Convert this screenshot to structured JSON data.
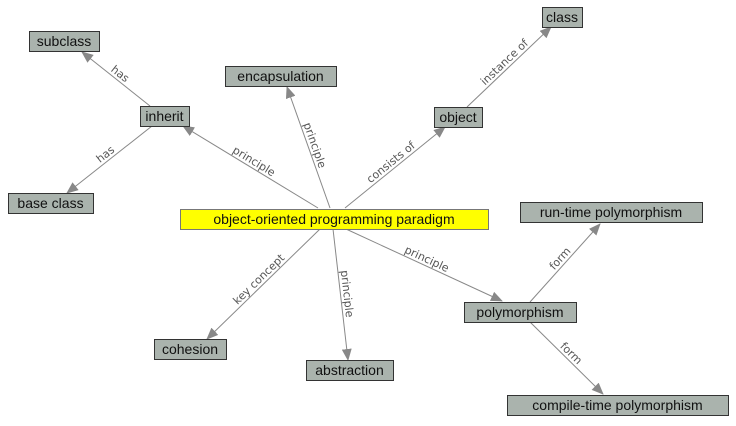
{
  "colors": {
    "root_fill": "#ffff00",
    "node_fill": "#aab3ad",
    "edge": "#888888"
  },
  "nodes": [
    {
      "id": "root",
      "label": "object-oriented programming paradigm",
      "root": true
    },
    {
      "id": "subclass",
      "label": "subclass"
    },
    {
      "id": "encapsulation",
      "label": "encapsulation"
    },
    {
      "id": "inherit",
      "label": "inherit"
    },
    {
      "id": "baseclass",
      "label": "base class"
    },
    {
      "id": "class",
      "label": "class"
    },
    {
      "id": "object",
      "label": "object"
    },
    {
      "id": "runtime",
      "label": "run-time polymorphism"
    },
    {
      "id": "polymorphism",
      "label": "polymorphism"
    },
    {
      "id": "cohesion",
      "label": "cohesion"
    },
    {
      "id": "abstraction",
      "label": "abstraction"
    },
    {
      "id": "compiletime",
      "label": "compile-time polymorphism"
    }
  ],
  "edges": [
    {
      "from": "root",
      "to": "inherit",
      "label": "principle"
    },
    {
      "from": "root",
      "to": "encapsulation",
      "label": "principle"
    },
    {
      "from": "root",
      "to": "object",
      "label": "consists of"
    },
    {
      "from": "object",
      "to": "class",
      "label": "instance of"
    },
    {
      "from": "inherit",
      "to": "subclass",
      "label": "has"
    },
    {
      "from": "inherit",
      "to": "baseclass",
      "label": "has"
    },
    {
      "from": "root",
      "to": "polymorphism",
      "label": "principle"
    },
    {
      "from": "polymorphism",
      "to": "runtime",
      "label": "form"
    },
    {
      "from": "polymorphism",
      "to": "compiletime",
      "label": "form"
    },
    {
      "from": "root",
      "to": "cohesion",
      "label": "key concept"
    },
    {
      "from": "root",
      "to": "abstraction",
      "label": "principle"
    }
  ]
}
